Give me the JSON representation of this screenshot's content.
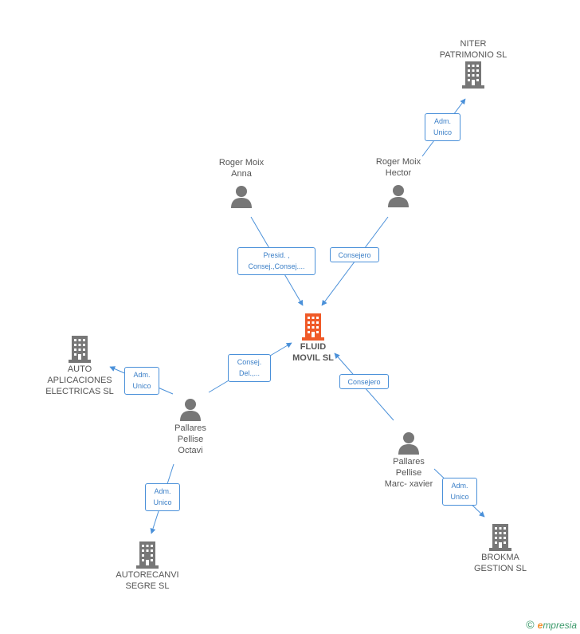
{
  "center": {
    "label": "FLUID\nMOVIL SL"
  },
  "companies": {
    "niter": "NITER\nPATRIMONIO SL",
    "auto": "AUTO\nAPLICACIONES\nELECTRICAS SL",
    "autorecanvi": "AUTORECANVI\nSEGRE SL",
    "brokma": "BROKMA\nGESTION  SL"
  },
  "persons": {
    "anna": "Roger Moix\nAnna",
    "hector": "Roger Moix\nHector",
    "octavi": "Pallares\nPellise\nOctavi",
    "marc": "Pallares\nPellise\nMarc- xavier"
  },
  "relations": {
    "anna_fluid": "Presid. ,\nConsej.,Consej....",
    "hector_fluid": "Consejero",
    "hector_niter": "Adm.\nUnico",
    "octavi_fluid": "Consej.\nDel.,...",
    "octavi_auto": "Adm.\nUnico",
    "octavi_autorecanvi": "Adm.\nUnico",
    "marc_fluid": "Consejero",
    "marc_brokma": "Adm.\nUnico"
  },
  "footer": {
    "copyright": "©",
    "brand_initial": "e",
    "brand_rest": "mpresia"
  },
  "colors": {
    "center_icon": "#f05a28",
    "node_icon": "#777777",
    "edge": "#4a90d9"
  }
}
